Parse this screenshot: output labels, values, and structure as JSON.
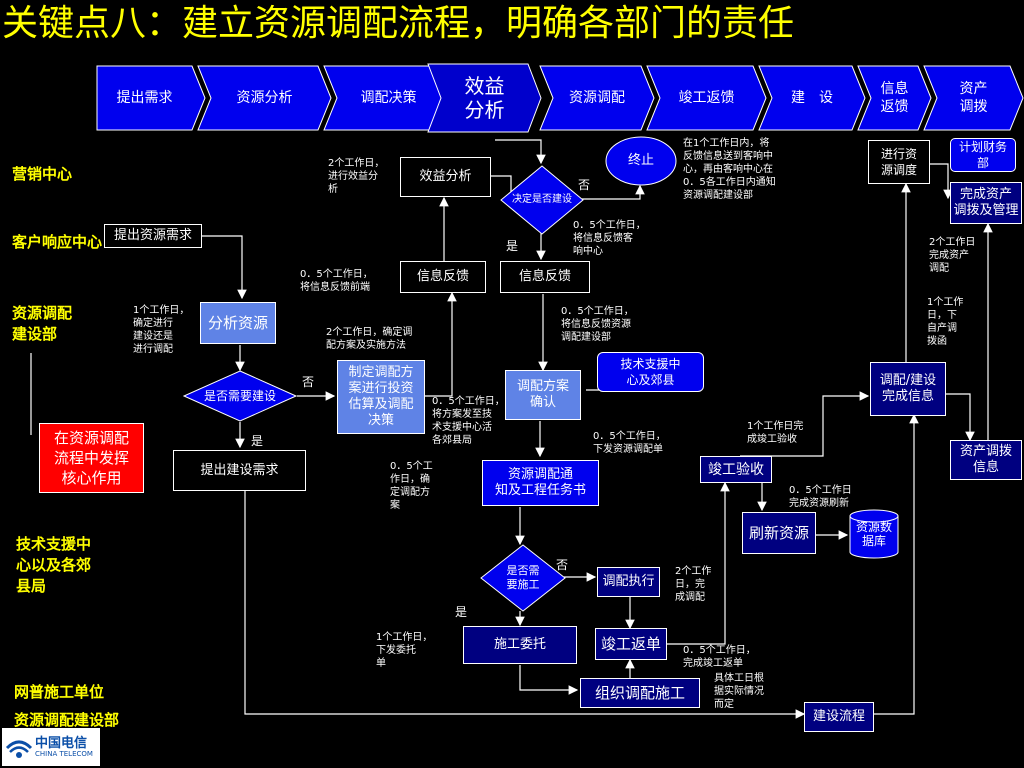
{
  "title": "关键点八：建立资源调配流程，明确各部门的责任",
  "phases": [
    "提出需求",
    "资源分析",
    "调配决策",
    "效益\n分析",
    "资源调配",
    "竣工返馈",
    "建　设",
    "信息\n返馈",
    "资产\n调拨"
  ],
  "lanes": {
    "marketing": "营销中心",
    "customer": "客户响应中心",
    "resource": "资源调配\n建设部",
    "tech": "技术支援中\n心以及各郊\n县局",
    "construction": "网普施工单位",
    "resource2": "资源调配建设部"
  },
  "red_box": "在资源调配\n流程中发挥\n核心作用",
  "boxes": {
    "raise_demand": "提出资源需求",
    "analyze": "分析资源",
    "need_build": "是否需要建设",
    "raise_build": "提出建设需求",
    "make_plan": "制定调配方\n案进行投资\n估算及调配\n决策",
    "benefit": "效益分析",
    "info_fb1": "信息反馈",
    "info_fb2": "信息反馈",
    "decide_build": "决定是否建设",
    "stop": "终止",
    "plan_confirm": "调配方案\n确认",
    "tech_support": "技术支援中\n心及郊县",
    "notice": "资源调配通\n知及工程任务书",
    "need_construct": "是否需\n要施工",
    "execute": "调配执行",
    "commission": "施工委托",
    "completion_sheet": "竣工返单",
    "organize": "组织调配施工",
    "acceptance": "竣工验收",
    "refresh": "刷新资源",
    "database": "资源数\n据库",
    "complete_info": "调配/建设\n完成信息",
    "build_flow": "建设流程",
    "dispatch": "进行资\n源调度",
    "finance": "计划财务\n部",
    "asset_mgmt": "完成资产\n调拨及管理",
    "asset_info": "资产调拨\n信息"
  },
  "labels": {
    "yes": "是",
    "no": "否"
  },
  "notes": {
    "n1": "1个工作日，\n确定进行\n建设还是\n进行调配",
    "n2": "2个工作日，\n进行效益分\n析",
    "n3": "0．5个工作日，\n将信息反馈前端",
    "n4": "2个工作日，确定调\n配方案及实施方法",
    "n5": "在1个工作日内，将\n反馈信息送到客响中\n心，再由客响中心在\n0．5各工作日内通知\n资源调配建设部",
    "n6": "0．5个工作日，\n将信息反馈客\n响中心",
    "n7": "0．5个工作日，\n将信息反馈资源\n调配建设部",
    "n8": "0．5个工作日，\n将方案发至技\n术支援中心活\n各郊县局",
    "n9": "0．5个工作日，\n下发资源调配单",
    "n10": "0．5个工\n作日，确\n定调配方\n案",
    "n11": "1个工作日完\n成竣工验收",
    "n12": "0．5个工作日\n完成资源刷新",
    "n13": "2个工作\n日，完\n成调配",
    "n14": "1个工作日，\n下发委托\n单",
    "n15": "0．5个工作日，\n完成竣工返单",
    "n16": "具体工日根\n据实际情况\n而定",
    "n17": "2个工作日\n完成资产\n调配",
    "n18": "1个工作\n日，下\n自产调\n拨函"
  },
  "logo": {
    "name": "中国电信",
    "en": "CHINA TELECOM"
  },
  "colors": {
    "background": "#000000",
    "title": "#FFFF00",
    "box_dark": "#000080",
    "box_blue": "#0000EE",
    "box_light": "#5F83E6",
    "highlight_red": "#FF0000"
  }
}
